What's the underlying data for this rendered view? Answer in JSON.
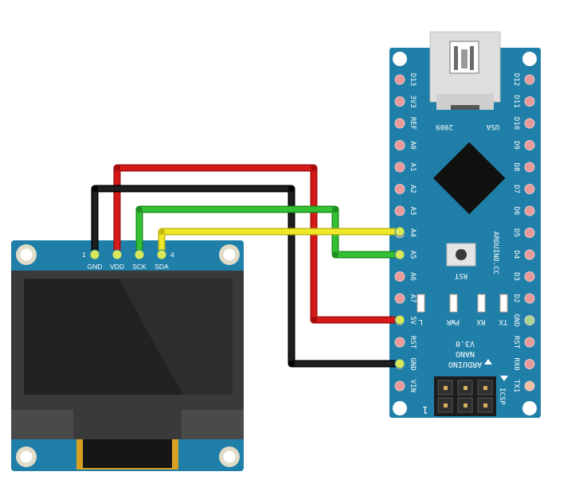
{
  "oled": {
    "pins": [
      {
        "label": "GND"
      },
      {
        "label": "VDD"
      },
      {
        "label": "SCK"
      },
      {
        "label": "SDA"
      }
    ],
    "pin_index_first": "1",
    "pin_index_last": "4"
  },
  "nano": {
    "left_pins": [
      "D13",
      "3V3",
      "REF",
      "A0",
      "A1",
      "A2",
      "A3",
      "A4",
      "A5",
      "A6",
      "A7",
      "5V",
      "RST",
      "GND",
      "VIN"
    ],
    "right_pins": [
      "D12",
      "D11",
      "D10",
      "D9",
      "D8",
      "D7",
      "D6",
      "D5",
      "D4",
      "D3",
      "D2",
      "GND",
      "RST",
      "RX0",
      "TX1"
    ],
    "chip_label_left": "2009",
    "chip_label_right": "USA",
    "site": "ARDUINO.CC",
    "rst_label": "RST",
    "led_labels": [
      "L",
      "PWR",
      "RX",
      "TX"
    ],
    "brand": "ARDUINO",
    "model": "NANO",
    "version": "V3.0",
    "icsp": "ICSP",
    "icsp_pin1": "1"
  },
  "colors": {
    "board_blue": "#1f7fa8",
    "wire_red": "#cc1111",
    "wire_black": "#111111",
    "wire_green": "#2db82d",
    "wire_yellow": "#e8e020",
    "pin_pink": "#e89a9a",
    "screen": "#2a2a2a"
  }
}
